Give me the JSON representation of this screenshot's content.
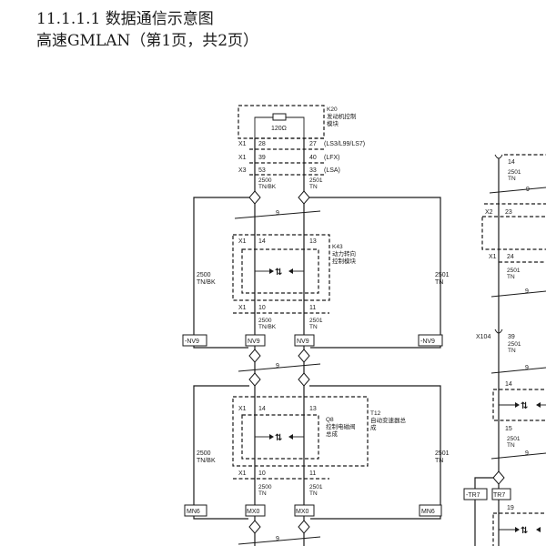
{
  "heading": {
    "section": "11.1.1.1 数据通信示意图",
    "subtitle": "高速GMLAN（第1页，共2页）"
  },
  "k20": {
    "ref": "K20",
    "name_line1": "发动机控制",
    "name_line2": "模块",
    "resistor": "120Ω",
    "rows": [
      {
        "conn": "X1",
        "left": "28",
        "right": "27",
        "note": "(LS3/L99/LS7)"
      },
      {
        "conn": "X1",
        "left": "39",
        "right": "40",
        "note": "(LFX)"
      },
      {
        "conn": "X3",
        "left": "53",
        "right": "33",
        "note": "(LSA)"
      }
    ],
    "wire_left_line1": "2500",
    "wire_left_line2": "TN/BK",
    "wire_right_line1": "2501",
    "wire_right_line2": "TN"
  },
  "k43": {
    "ref": "K43",
    "name_line1": "动力转向",
    "name_line2": "控制模块",
    "top_conn": "X1",
    "top_left": "14",
    "top_right": "13",
    "bot_conn": "X1",
    "bot_left": "10",
    "bot_right": "11",
    "wire_left_line1": "2500",
    "wire_left_line2": "TN/BK",
    "wire_right_line1": "2501",
    "wire_right_line2": "TN"
  },
  "module3": {
    "ref_q": "Q8",
    "q_line1": "控制电磁阀",
    "q_line2": "总成",
    "ref_t": "T12",
    "t_line1": "自动变速器总",
    "t_line2": "成",
    "top_conn": "X1",
    "top_left": "14",
    "top_right": "13",
    "bot_conn": "X1",
    "bot_left": "10",
    "bot_right": "11",
    "wire_left_line1": "2500",
    "wire_left_line2": "TN",
    "wire_right_line1": "2501",
    "wire_right_line2": "TN"
  },
  "twist": "9",
  "side_wires": {
    "left_line1": "2500",
    "left_line2": "TN/BK",
    "right_line1": "2501",
    "right_line2": "TN"
  },
  "side_wires_lower": {
    "left_line1": "2500",
    "left_line2": "TN/BK",
    "right_line1": "2501",
    "right_line2": "TN"
  },
  "tags_row1": [
    "-NV9",
    "NV9",
    "NV9",
    "-NV9"
  ],
  "tags_row2": [
    "MN6",
    "MX0",
    "MX0",
    "MN6"
  ],
  "right_column": {
    "top_pin": "14",
    "top_wire_line1": "2501",
    "top_wire_line2": "TN",
    "twist_a": "9",
    "x2_conn": "X2",
    "x2_pin": "23",
    "x1_conn": "X1",
    "x1_pin": "24",
    "mid_wire_line1": "2501",
    "mid_wire_line2": "TN",
    "twist_b": "9",
    "x104": "X104",
    "x104_pin": "39",
    "x104_wire_line1": "2501",
    "x104_wire_line2": "TN",
    "twist_c": "9",
    "pin14": "14",
    "pin15": "15",
    "low_wire_line1": "2501",
    "low_wire_line2": "TN",
    "twist_d": "9",
    "tag_a": "-TR7",
    "tag_b": "TR7",
    "pin19": "19"
  }
}
